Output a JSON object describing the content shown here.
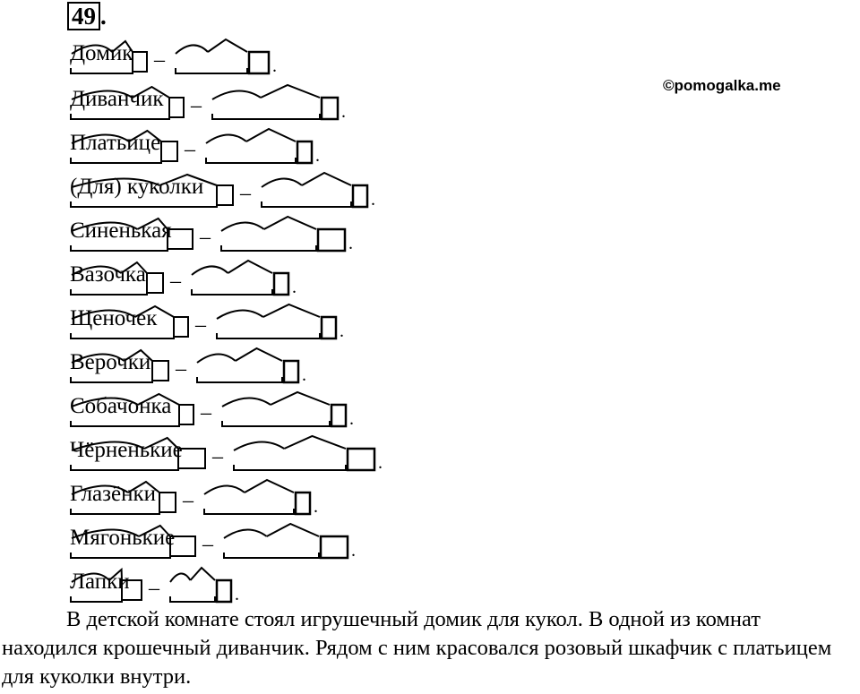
{
  "exercise": {
    "number": "49",
    "dot": "."
  },
  "watermark": "©pomogalka.me",
  "dash": "–",
  "end_dot": ".",
  "rows": [
    {
      "word": "Домик"
    },
    {
      "word": "Диванчик"
    },
    {
      "word": "Платьице"
    },
    {
      "word": "(Для) куколки"
    },
    {
      "word": "Синенькая"
    },
    {
      "word": "Вазочка"
    },
    {
      "word": "Щеночек"
    },
    {
      "word": "Верочки"
    },
    {
      "word": "Собачонка"
    },
    {
      "word": "Чёрненькие"
    },
    {
      "word": "Глазёнки"
    },
    {
      "word": "Мягонькие"
    },
    {
      "word": "Лапки"
    }
  ],
  "paragraph": "В детской комнате стоял игрушечный домик для кукол. В одной из комнат находился крошечный диванчик. Рядом с ним красовался розовый шкафчик с платьицем для куколки внутри."
}
